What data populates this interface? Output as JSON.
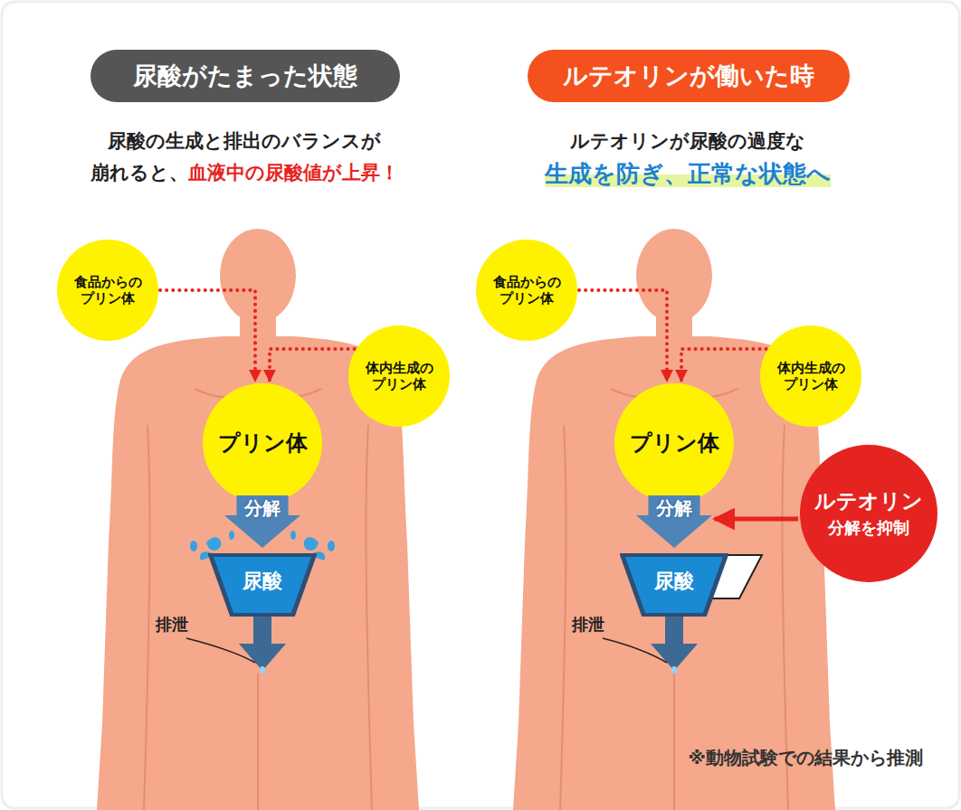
{
  "diagram": {
    "caption": "※動物試験での結果から推測",
    "nodes": [
      {
        "text": [
          "尿酸がたまった状態"
        ]
      },
      {
        "text": [
          "食品からの プリン体"
        ]
      },
      {
        "text": [
          "体内生成の プリン体"
        ]
      },
      {
        "text": [
          "プリン体"
        ]
      },
      {
        "text": [
          "分解"
        ]
      },
      {
        "text": [
          "尿酸"
        ]
      },
      {
        "text": [
          "ルテオリンが働いた時"
        ]
      },
      {
        "text": [
          "食品からの プリン体"
        ]
      },
      {
        "text": [
          "体内生成の プリン体"
        ]
      },
      {
        "text": [
          "プリン体"
        ]
      },
      {
        "text": [
          "分解"
        ]
      },
      {
        "text": [
          "尿酸"
        ]
      },
      {
        "text": [
          "ルテオリン",
          "分解を抑制"
        ]
      }
    ],
    "edges": [
      {
        "from": 1,
        "to": 3,
        "arrow": "to"
      },
      {
        "from": 2,
        "to": 3,
        "arrow": "to"
      },
      {
        "from": 3,
        "to": 4,
        "arrow": "none"
      },
      {
        "from": 7,
        "to": 9,
        "arrow": "to"
      },
      {
        "from": 8,
        "to": 9,
        "arrow": "to"
      },
      {
        "from": 9,
        "to": 10,
        "arrow": "none"
      },
      {
        "from": 12,
        "to": 10,
        "arrow": "to"
      }
    ],
    "labels": [
      "尿酸の生成と排出のバランスが",
      "崩れると、",
      "血液中の尿酸値が上昇！",
      "ルテオリンが尿酸の過度な",
      "生成を防ぎ、正常な状態へ",
      "排泄",
      "排泄"
    ]
  }
}
